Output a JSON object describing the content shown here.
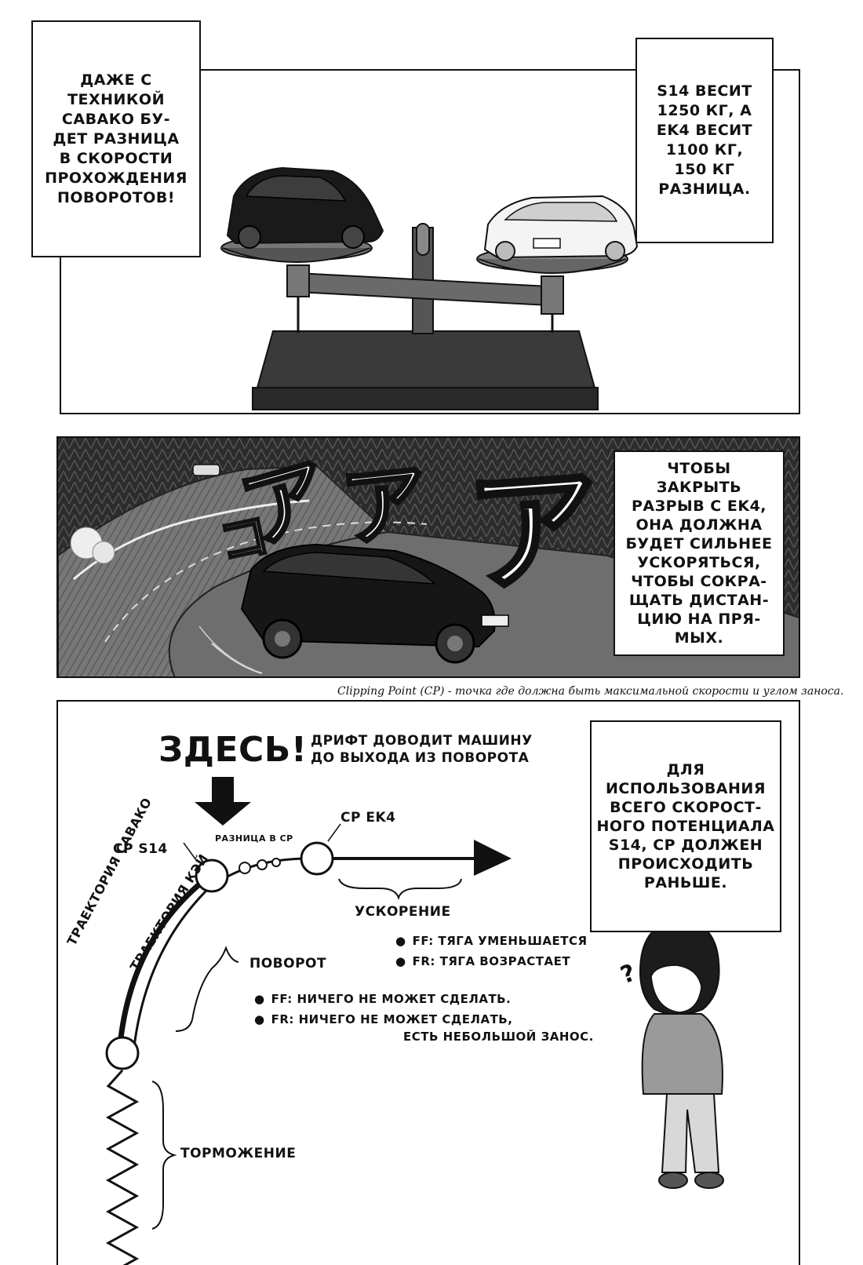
{
  "panel1": {
    "left_box": "Даже с\nтехникой\nСавако бу-\nдет разница\nв скорости\nпрохождения\nповоротов!",
    "right_box": "S14 весит\n1250 кг, а\nEK4 весит\n1100 кг,\n150 кг\nразница."
  },
  "panel2": {
    "sfx": [
      "コ",
      "ア",
      "ア",
      "ア"
    ],
    "box": "Чтобы\nзакрыть\nразрыв с EK4,\nона должна\nбудет сильнее\nускоряться,\nчтобы сокра-\nщать дистан-\nцию на пря-\nмых.",
    "caption": "Clipping Point (CP) - точка где должна быть максимальной скорости и углом заноса."
  },
  "panel3": {
    "here": "ЗДЕСЬ!",
    "here_note_line1": "Дрифт доводит машину",
    "here_note_line2": "до выхода из поворота",
    "cp_ek4": "CP EK4",
    "cp_s14": "CP S14",
    "cp_diff": "разница в CP",
    "accel": "Ускорение",
    "accel_ff": "FF: тяга уменьшается",
    "accel_fr": "FR: тяга возрастает",
    "turn": "Поворот",
    "turn_ff": "FF: ничего не может сделать.",
    "turn_fr_line1": "FR: ничего не может сделать,",
    "turn_fr_line2": "есть небольшой занос.",
    "line_savako": "Траектория Савако",
    "line_kei": "Траектория Кэй",
    "braking": "Торможение",
    "box": "Для\nиспользования\nвсего скорост-\nного потенциала\nS14, CP должен\nпроисходить\nраньше.",
    "thought": "?"
  }
}
